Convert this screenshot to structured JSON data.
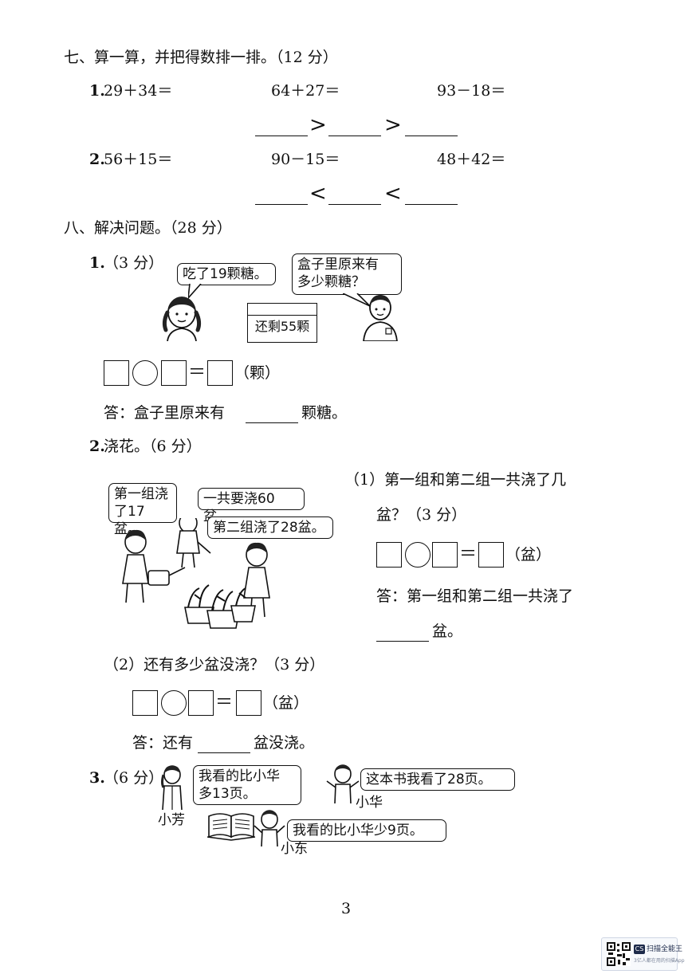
{
  "section7": {
    "title": "七、算一算，并把得数排一排。（12 分）",
    "q1": {
      "label": "1.",
      "e1": "29＋34＝",
      "e2": "64＋27＝",
      "e3": "93－18＝",
      "cmp1": ">",
      "cmp2": ">"
    },
    "q2": {
      "label": "2.",
      "e1": "56＋15＝",
      "e2": "90－15＝",
      "e3": "48＋42＝",
      "cmp1": "<",
      "cmp2": "<"
    }
  },
  "section8": {
    "title": "八、解决问题。（28 分）",
    "p1": {
      "label": "1.",
      "points": "（3 分）",
      "bubble_girl": "吃了19颗糖。",
      "bubble_boy_l1": "盒子里原来有",
      "bubble_boy_l2": "多少颗糖？",
      "sign": "还剩55颗",
      "eq_equals": "＝",
      "unit": "（颗）",
      "ans_prefix": "答：盒子里原来有",
      "ans_suffix": "颗糖。"
    },
    "p2": {
      "label": "2.",
      "title": "浇花。（6 分）",
      "b1_l1": "第一组浇",
      "b1_l2": "了17盆。",
      "b2": "一共要浇60盆。",
      "b3": "第二组浇了28盆。",
      "q1_l1": "（1）第一组和第二组一共浇了几",
      "q1_l2": "盆？（3 分）",
      "eq_equals": "＝",
      "unit1": "（盆）",
      "ans1_l1": "答：第一组和第二组一共浇了",
      "ans1_l2": "盆。",
      "q2": "（2）还有多少盆没浇？（3 分）",
      "unit2": "（盆）",
      "ans2_prefix": "答：还有",
      "ans2_suffix": "盆没浇。"
    },
    "p3": {
      "label": "3.",
      "points": "（6 分）",
      "b_fang_l1": "我看的比小华",
      "b_fang_l2": "多13页。",
      "name_fang": "小芳",
      "b_hua": "这本书我看了28页。",
      "name_hua": "小华",
      "b_dong": "我看的比小华少9页。",
      "name_dong": "小东"
    }
  },
  "page_number": "3",
  "scanner_badge": {
    "logo": "CS",
    "title": "扫描全能王",
    "subtitle": "3亿人都在用的扫描App"
  }
}
